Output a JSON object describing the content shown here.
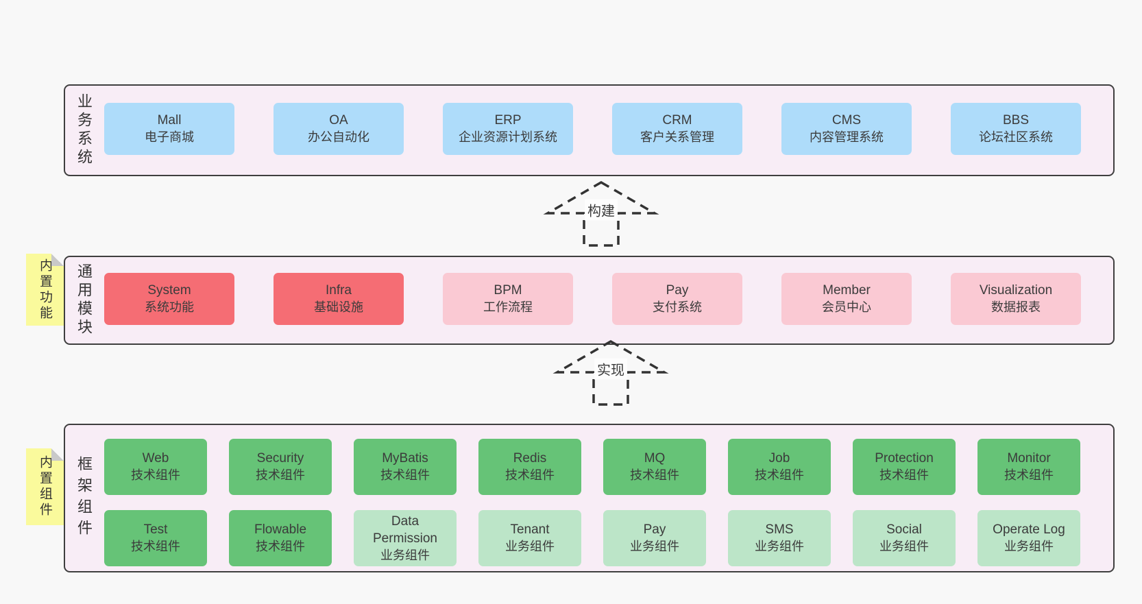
{
  "colors": {
    "page_bg": "#f8f8f8",
    "container_bg": "#f8edf6",
    "container_border": "#3f3f3f",
    "business_box": "#aedcfa",
    "core_module_box": "#f56d74",
    "optional_module_box": "#fac9d3",
    "tech_component_box": "#66c377",
    "biz_component_box": "#bce5c8",
    "sticky_note": "#fafa9c",
    "sticky_fold": "#c9c9c9",
    "text": "#3b3b3b"
  },
  "arrows": [
    {
      "label": "构建"
    },
    {
      "label": "实现"
    }
  ],
  "sections": [
    {
      "label": "业务系统",
      "boxes": [
        {
          "title": "Mall",
          "subtitle": "电子商城"
        },
        {
          "title": "OA",
          "subtitle": "办公自动化"
        },
        {
          "title": "ERP",
          "subtitle": "企业资源计划系统"
        },
        {
          "title": "CRM",
          "subtitle": "客户关系管理"
        },
        {
          "title": "CMS",
          "subtitle": "内容管理系统"
        },
        {
          "title": "BBS",
          "subtitle": "论坛社区系统"
        }
      ]
    },
    {
      "label": "通用模块",
      "sticky": "内置功能",
      "boxes": [
        {
          "title": "System",
          "subtitle": "系统功能"
        },
        {
          "title": "Infra",
          "subtitle": "基础设施"
        },
        {
          "title": "BPM",
          "subtitle": "工作流程"
        },
        {
          "title": "Pay",
          "subtitle": "支付系统"
        },
        {
          "title": "Member",
          "subtitle": "会员中心"
        },
        {
          "title": "Visualization",
          "subtitle": "数据报表"
        }
      ]
    },
    {
      "label": "框架组件",
      "sticky": "内置组件",
      "rows": [
        [
          {
            "title": "Web",
            "subtitle": "技术组件"
          },
          {
            "title": "Security",
            "subtitle": "技术组件"
          },
          {
            "title": "MyBatis",
            "subtitle": "技术组件"
          },
          {
            "title": "Redis",
            "subtitle": "技术组件"
          },
          {
            "title": "MQ",
            "subtitle": "技术组件"
          },
          {
            "title": "Job",
            "subtitle": "技术组件"
          },
          {
            "title": "Protection",
            "subtitle": "技术组件"
          },
          {
            "title": "Monitor",
            "subtitle": "技术组件"
          }
        ],
        [
          {
            "title": "Test",
            "subtitle": "技术组件"
          },
          {
            "title": "Flowable",
            "subtitle": "技术组件"
          },
          {
            "title": "Data Permission",
            "subtitle": "业务组件"
          },
          {
            "title": "Tenant",
            "subtitle": "业务组件"
          },
          {
            "title": "Pay",
            "subtitle": "业务组件"
          },
          {
            "title": "SMS",
            "subtitle": "业务组件"
          },
          {
            "title": "Social",
            "subtitle": "业务组件"
          },
          {
            "title": "Operate Log",
            "subtitle": "业务组件"
          }
        ]
      ]
    }
  ]
}
